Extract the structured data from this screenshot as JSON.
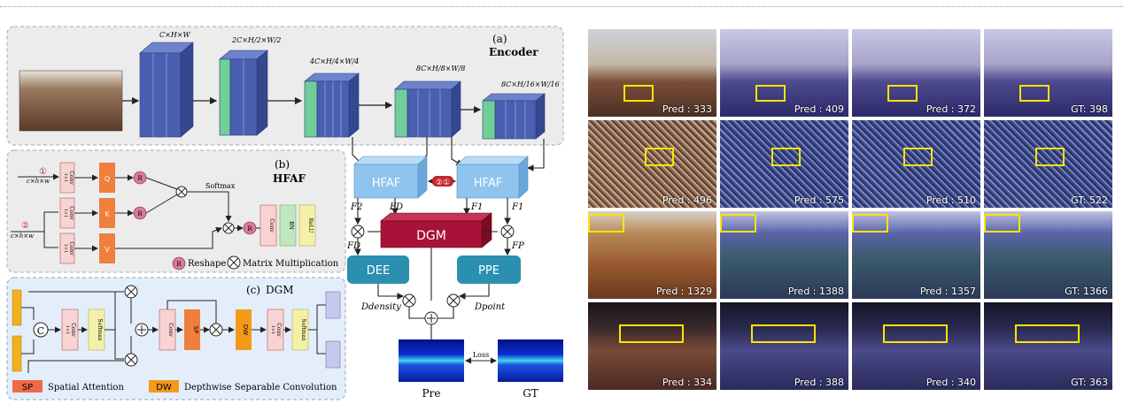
{
  "encoder": {
    "tag": "(a)",
    "title": "Encoder",
    "dims": [
      "C×H×W",
      "2C×H/2×W/2",
      "4C×H/4×W/4",
      "8C×H/8×W/8",
      "8C×H/16×W/16"
    ]
  },
  "hfaf": {
    "tag": "(b)",
    "title": "HFAF",
    "input1_num": "①",
    "input1_dim": "c×h×w",
    "input2_num": "②",
    "input2_dim": "c×h×w",
    "conv": "Conv",
    "conv_k": "1×1",
    "q": "Q",
    "k": "K",
    "v": "V",
    "r": "R",
    "softmax": "Softmax",
    "bn": "BN",
    "relu": "ReLU",
    "legend_reshape": "Reshape",
    "legend_mm": "Matrix Multiplication"
  },
  "dgm": {
    "tag": "(c)",
    "title": "DGM",
    "conv": "Conv",
    "conv_k": "1×1",
    "softmax": "Softmax",
    "sp": "SP",
    "dw": "DW",
    "legend_sp": "Spatial Attention",
    "legend_dw": "Depthwise Separable Convolution"
  },
  "pipeline": {
    "hfaf_left": "HFAF",
    "hfaf_right": "HFAF",
    "swap": "②①",
    "dgm": "DGM",
    "dee": "DEE",
    "ppe": "PPE",
    "f2": "F2",
    "fd_top": "FD",
    "f1": "F1",
    "f1b": "F1",
    "fd": "FD",
    "fp": "FP",
    "d_density": "Ddensity",
    "d_point": "Dpoint",
    "loss": "Loss",
    "pre": "Pre",
    "gt": "GT"
  },
  "results": [
    [
      "Pred : 333",
      "Pred : 409",
      "Pred : 372",
      "GT: 398"
    ],
    [
      "Pred : 496",
      "Pred : 575",
      "Pred : 510",
      "GT: 522"
    ],
    [
      "Pred : 1329",
      "Pred : 1388",
      "Pred : 1357",
      "GT: 1366"
    ],
    [
      "Pred : 334",
      "Pred : 388",
      "Pred : 340",
      "GT: 363"
    ]
  ],
  "colors": {
    "block_blue": "#4a5fb0",
    "block_green": "#6fcf97",
    "hfaf_box": "#8fc4ef",
    "dgm_box": "#a81238",
    "dee_box": "#2b8fb0",
    "highlight": "#ffe300"
  }
}
